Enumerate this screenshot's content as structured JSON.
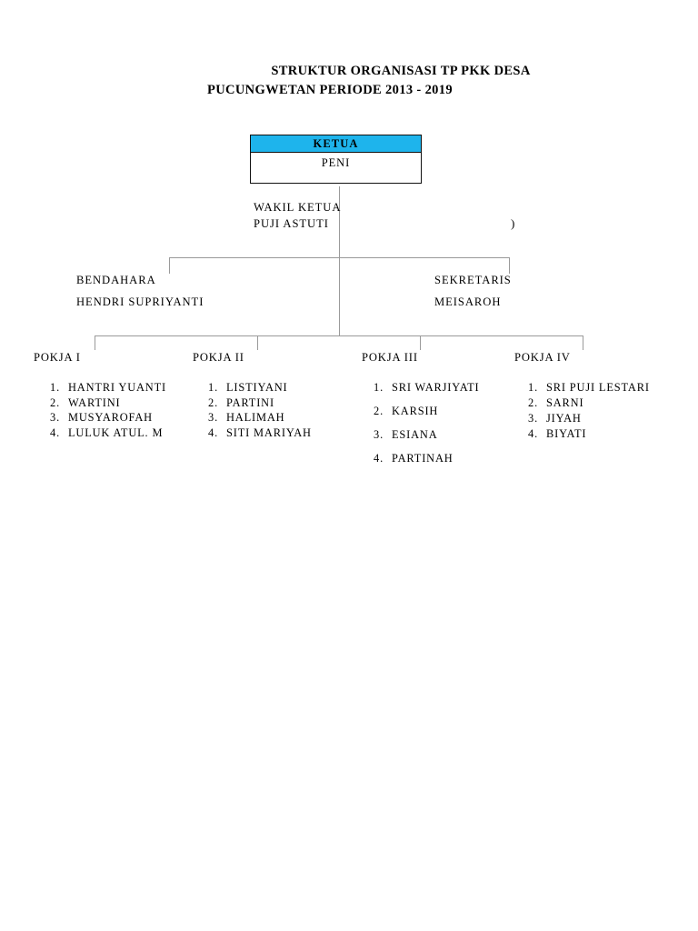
{
  "document": {
    "title_line_1": "STRUKTUR ORGANISASI TP PKK DESA",
    "title_line_2": "PUCUNGWETAN PERIODE 2013 - 2019"
  },
  "colors": {
    "header_accent": "#1EB4EC",
    "connector_line": "#9A9A9A",
    "box_border": "#111111",
    "text": "#000000",
    "background": "#FFFFFF"
  },
  "chart_data": {
    "type": "diagram",
    "title": "STRUKTUR ORGANISASI TP PKK DESA PUCUNGWETAN PERIODE 2013 - 2019",
    "nodes": [
      {
        "id": "ketua",
        "role": "KETUA",
        "name": "PENI",
        "level": 0
      },
      {
        "id": "wakil-ketua",
        "role": "WAKIL KETUA",
        "name": "PUJI ASTUTI",
        "level": 1
      },
      {
        "id": "bendahara",
        "role": "BENDAHARA",
        "name": "HENDRI SUPRIYANTI",
        "level": 2
      },
      {
        "id": "sekretaris",
        "role": "SEKRETARIS",
        "name": "MEISAROH",
        "level": 2
      },
      {
        "id": "pokja-1",
        "role": "POKJA I",
        "level": 3
      },
      {
        "id": "pokja-2",
        "role": "POKJA II",
        "level": 3
      },
      {
        "id": "pokja-3",
        "role": "POKJA III",
        "level": 3
      },
      {
        "id": "pokja-4",
        "role": "POKJA IV",
        "level": 3
      }
    ]
  },
  "ketua": {
    "role": "KETUA",
    "name": "PENI"
  },
  "wakil_ketua": {
    "role": "WAKIL KETUA",
    "name": "PUJI ASTUTI",
    "stray_mark": ")"
  },
  "bendahara": {
    "role": "BENDAHARA",
    "name": "HENDRI SUPRIYANTI"
  },
  "sekretaris": {
    "role": "SEKRETARIS",
    "name": "MEISAROH"
  },
  "pokja": [
    {
      "title": "POKJA I",
      "members": [
        "HANTRI YUANTI",
        "WARTINI",
        "MUSYAROFAH",
        "LULUK ATUL. M"
      ]
    },
    {
      "title": "POKJA II",
      "members": [
        "LISTIYANI",
        "PARTINI",
        "HALIMAH",
        "SITI MARIYAH"
      ]
    },
    {
      "title": "POKJA III",
      "members": [
        "SRI WARJIYATI",
        "KARSIH",
        "ESIANA",
        "PARTINAH"
      ]
    },
    {
      "title": "POKJA IV",
      "members": [
        "SRI PUJI LESTARI",
        "SARNI",
        "JIYAH",
        "BIYATI"
      ]
    }
  ]
}
